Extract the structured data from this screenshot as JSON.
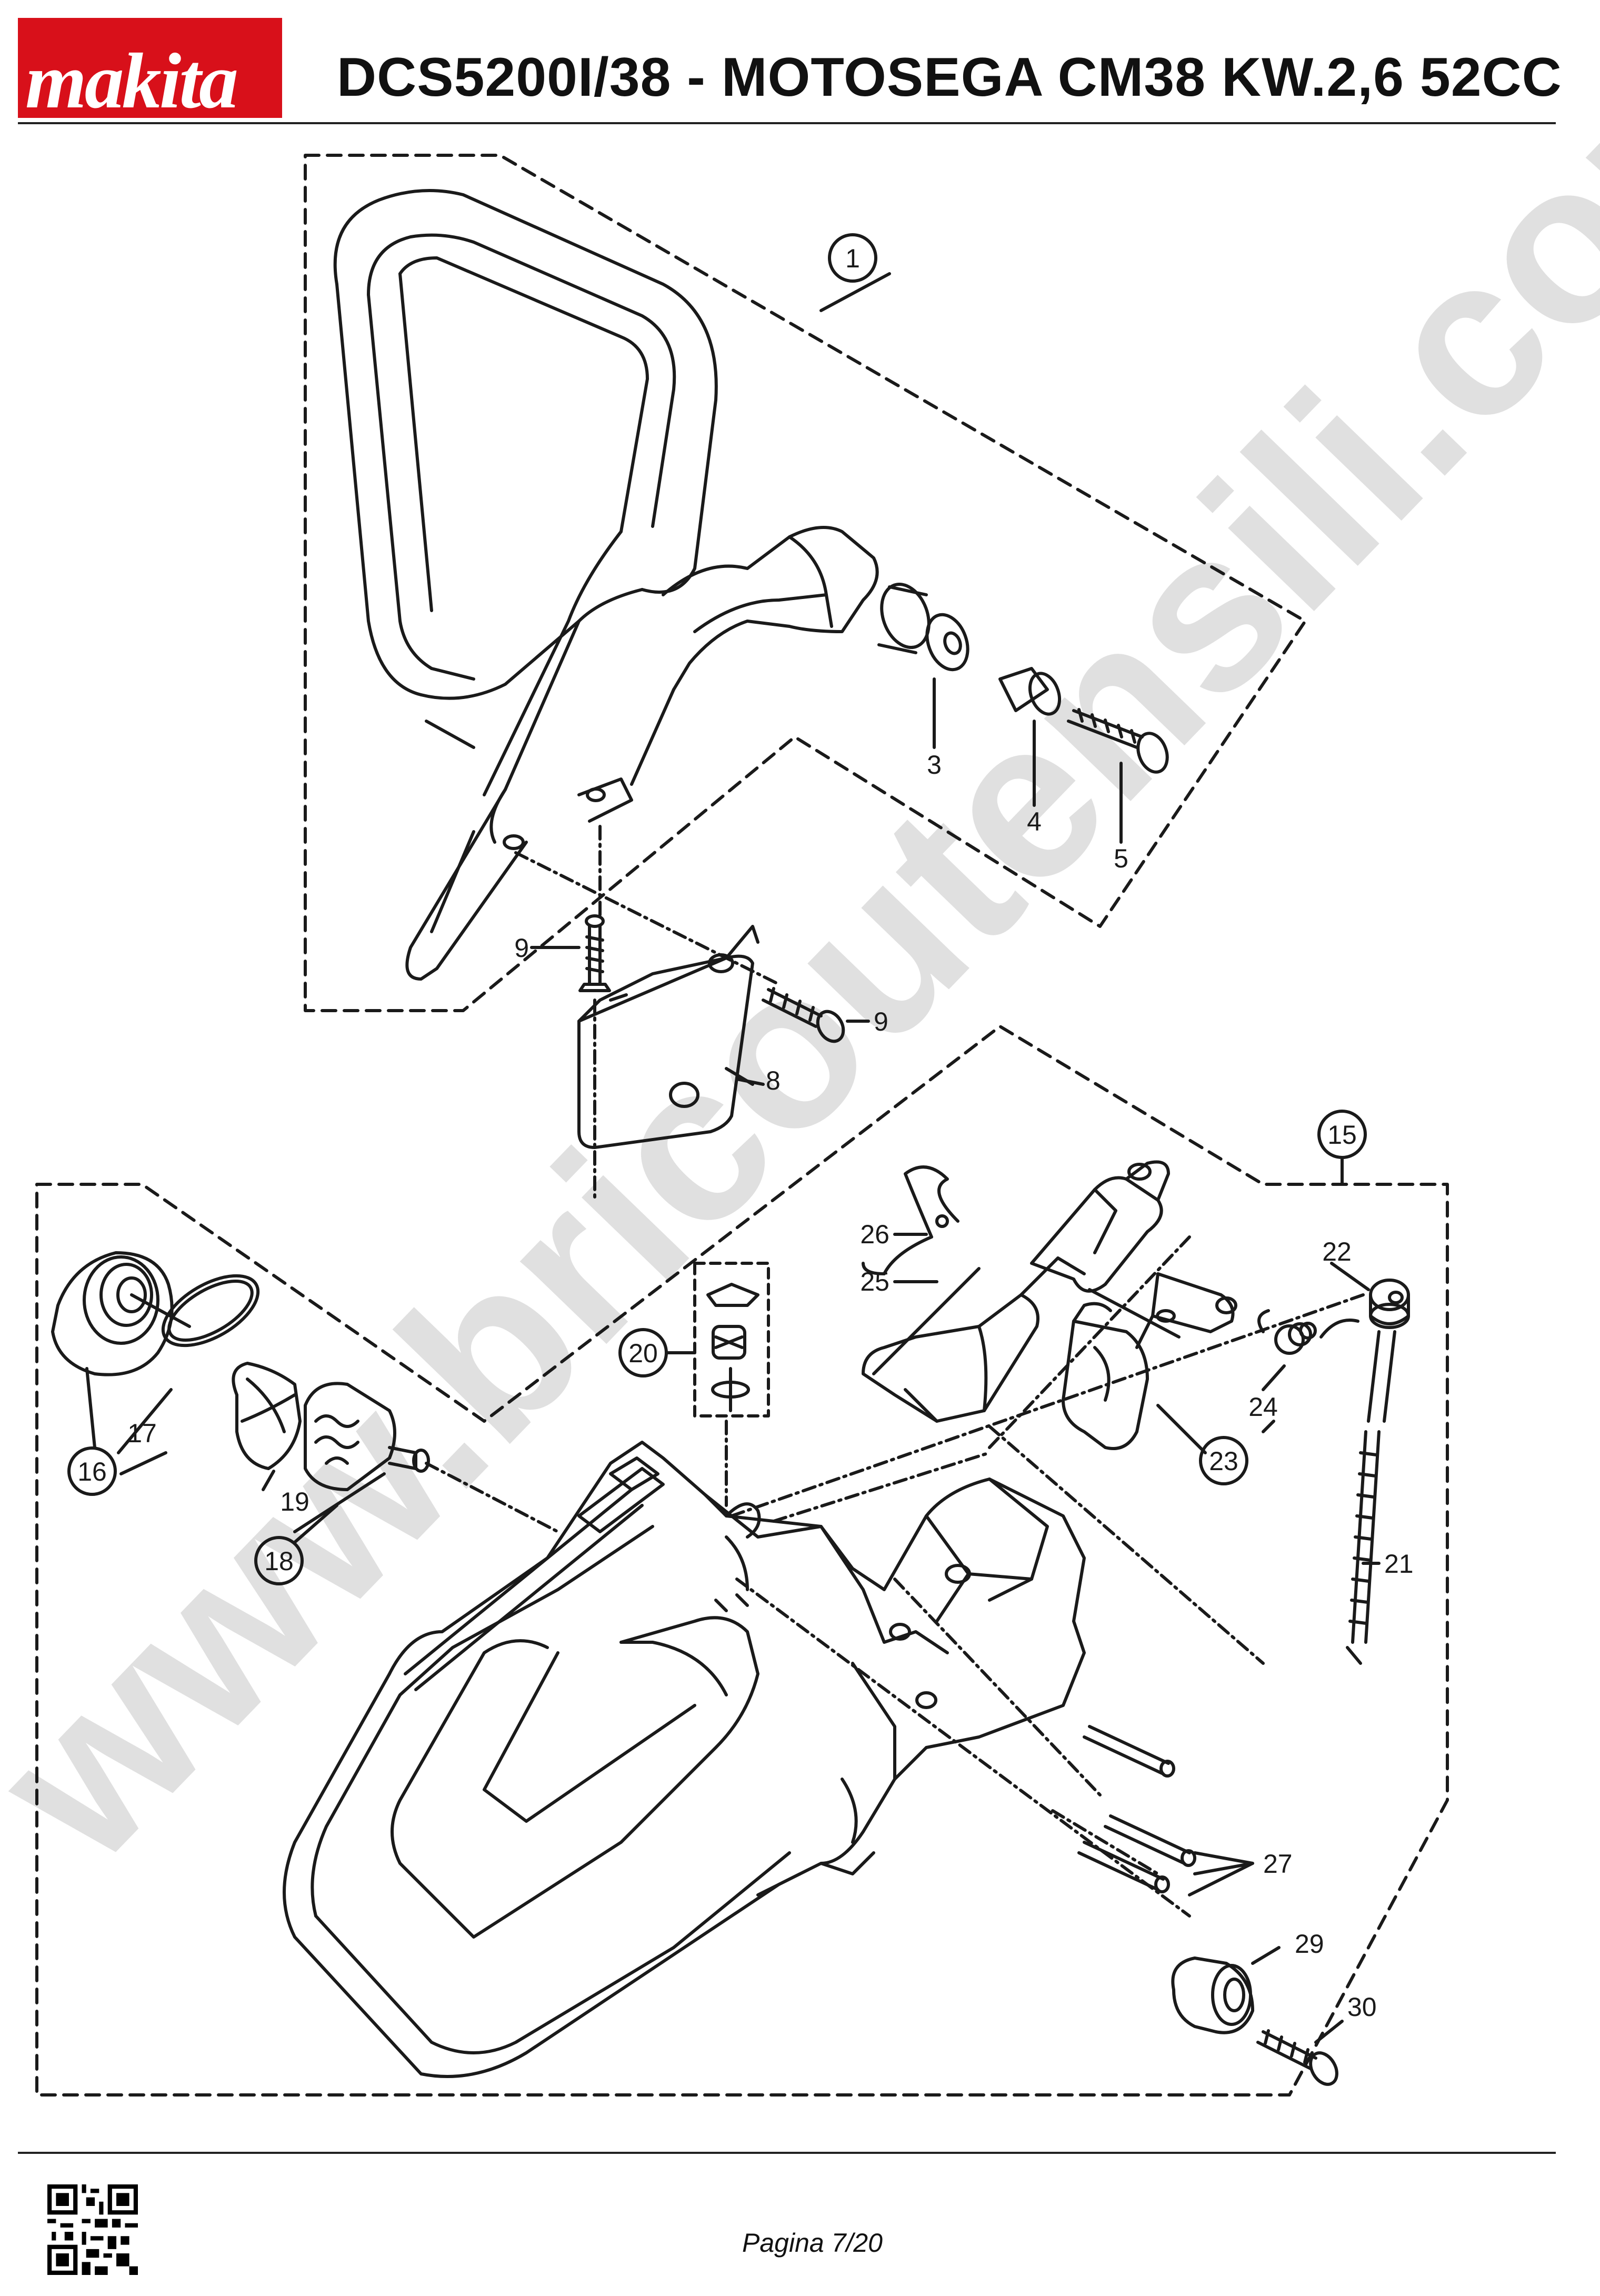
{
  "header": {
    "brand": "makita",
    "title": "DCS5200I/38 - MOTOSEGA CM38 KW.2,6 52CC"
  },
  "diagram": {
    "part_numbers": [
      "1",
      "3",
      "4",
      "5",
      "8",
      "9",
      "9",
      "15",
      "16",
      "17",
      "18",
      "19",
      "20",
      "21",
      "22",
      "23",
      "24",
      "25",
      "26",
      "27",
      "29",
      "30"
    ]
  },
  "watermark": {
    "text": "www.bricoutensili.com"
  },
  "footer": {
    "page_label": "Pagina 7/20"
  },
  "colors": {
    "brand_red": "#d8101a",
    "line": "#1a1a1a",
    "watermark": "#d6d6d6"
  }
}
